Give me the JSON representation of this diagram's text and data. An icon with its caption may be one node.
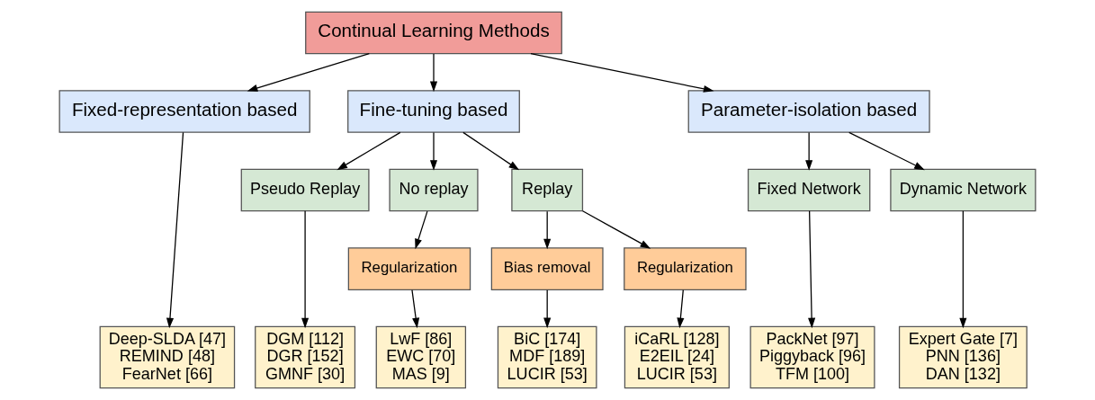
{
  "diagram": {
    "nodes": [
      {
        "text": [
          "Continual Learning Methods"
        ]
      },
      {
        "text": [
          "Fixed-representation based"
        ]
      },
      {
        "text": [
          "Fine-tuning based"
        ]
      },
      {
        "text": [
          "Parameter-isolation based"
        ]
      },
      {
        "text": [
          "Pseudo Replay"
        ]
      },
      {
        "text": [
          "No replay"
        ]
      },
      {
        "text": [
          "Replay"
        ]
      },
      {
        "text": [
          "Fixed Network"
        ]
      },
      {
        "text": [
          "Dynamic Network"
        ]
      },
      {
        "text": [
          "Regularization"
        ]
      },
      {
        "text": [
          "Bias removal"
        ]
      },
      {
        "text": [
          "Regularization"
        ]
      },
      {
        "text": [
          "Deep-SLDA [47]",
          "REMIND [48]",
          "FearNet [66]"
        ]
      },
      {
        "text": [
          "DGM [112]",
          "DGR [152]",
          "GMNF [30]"
        ]
      },
      {
        "text": [
          "LwF [86]",
          "EWC [70]",
          "MAS [9]"
        ]
      },
      {
        "text": [
          "BiC [174]",
          "MDF [189]",
          "LUCIR [53]"
        ]
      },
      {
        "text": [
          "iCaRL [128]",
          "E2EIL [24]",
          "LUCIR [53]"
        ]
      },
      {
        "text": [
          "PackNet [97]",
          "Piggyback [96]",
          "TFM [100]"
        ]
      },
      {
        "text": [
          "Expert Gate [7]",
          "PNN [136]",
          "DAN [132]"
        ]
      }
    ],
    "edges": [
      {
        "from": 0,
        "to": 1,
        "arrow": "to"
      },
      {
        "from": 0,
        "to": 2,
        "arrow": "to"
      },
      {
        "from": 0,
        "to": 3,
        "arrow": "to"
      },
      {
        "from": 1,
        "to": 12,
        "arrow": "to"
      },
      {
        "from": 2,
        "to": 4,
        "arrow": "to"
      },
      {
        "from": 2,
        "to": 5,
        "arrow": "to"
      },
      {
        "from": 2,
        "to": 6,
        "arrow": "to"
      },
      {
        "from": 3,
        "to": 7,
        "arrow": "to"
      },
      {
        "from": 3,
        "to": 8,
        "arrow": "to"
      },
      {
        "from": 4,
        "to": 13,
        "arrow": "to"
      },
      {
        "from": 5,
        "to": 9,
        "arrow": "to"
      },
      {
        "from": 9,
        "to": 14,
        "arrow": "to"
      },
      {
        "from": 6,
        "to": 10,
        "arrow": "to"
      },
      {
        "from": 6,
        "to": 11,
        "arrow": "to"
      },
      {
        "from": 10,
        "to": 15,
        "arrow": "to"
      },
      {
        "from": 11,
        "to": 16,
        "arrow": "to"
      },
      {
        "from": 7,
        "to": 17,
        "arrow": "to"
      },
      {
        "from": 8,
        "to": 18,
        "arrow": "to"
      }
    ]
  }
}
